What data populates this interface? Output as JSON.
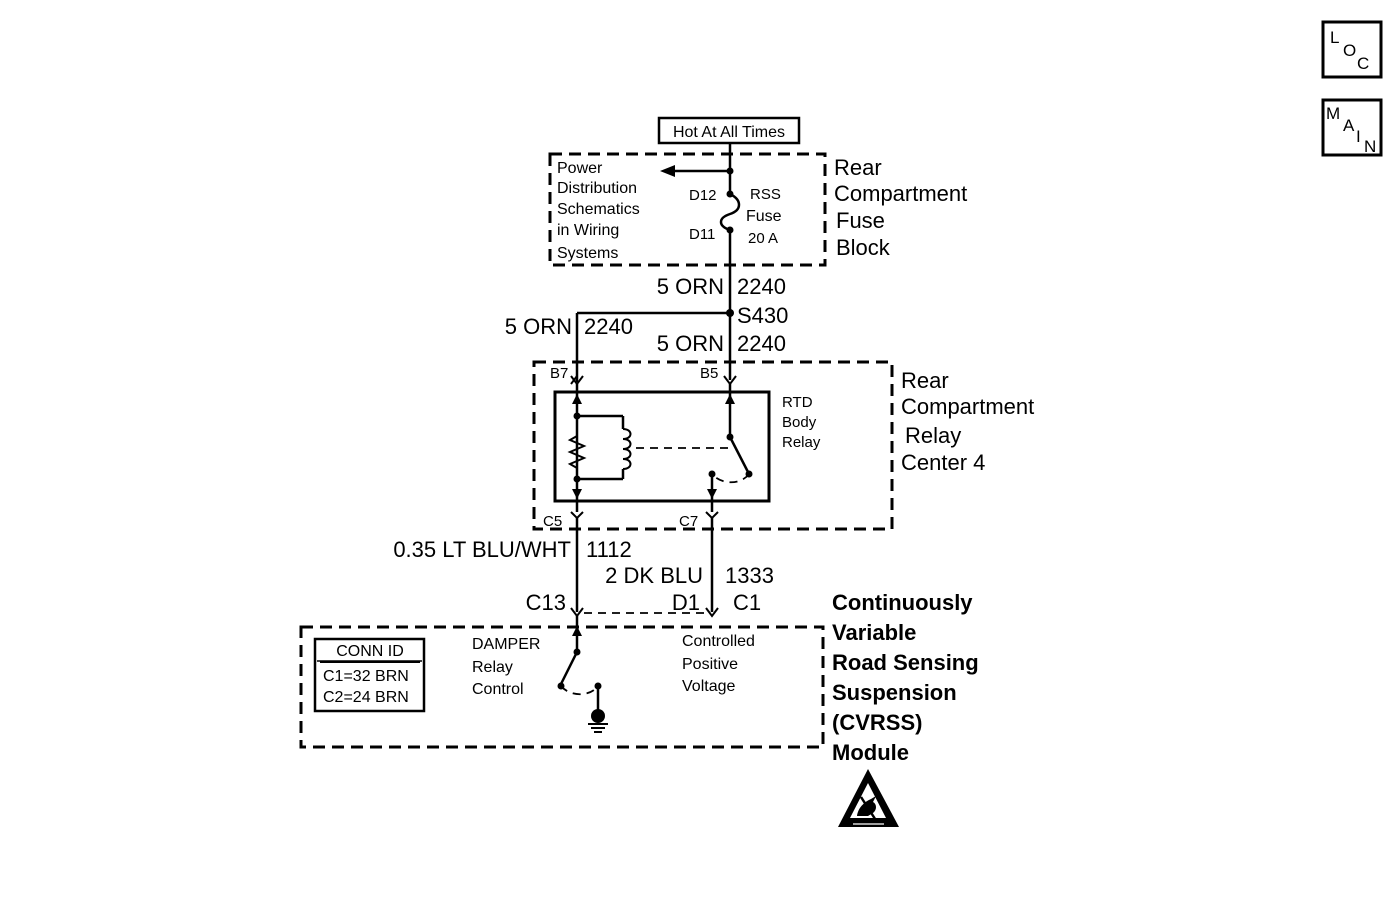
{
  "nav": {
    "loc": {
      "l1": "L",
      "l2": "O",
      "l3": "C"
    },
    "main": {
      "l1": "M",
      "l2": "A",
      "l3": "I",
      "l4": "N"
    }
  },
  "power_source": {
    "label": "Hot At All Times"
  },
  "fuse_block": {
    "title_lines": [
      "Rear",
      "Compartment",
      "Fuse",
      "Block"
    ],
    "ref_lines": [
      "Power",
      "Distribution",
      "Schematics",
      "in Wiring",
      "Systems"
    ],
    "pin_top": "D12",
    "pin_bottom": "D11",
    "fuse_lines": [
      "RSS",
      "Fuse",
      "20 A"
    ]
  },
  "wires": {
    "main_feed": {
      "size_color": "5 ORN",
      "circuit": "2240"
    },
    "splice": "S430",
    "branch_b7": {
      "size_color": "5 ORN",
      "circuit": "2240"
    },
    "branch_b5": {
      "size_color": "5 ORN",
      "circuit": "2240"
    },
    "c5_wire": {
      "size_color": "0.35 LT BLU/WHT",
      "circuit": "1112"
    },
    "c7_wire": {
      "size_color": "2 DK BLU",
      "circuit": "1333"
    }
  },
  "relay_center": {
    "title_lines": [
      "Rear",
      "Compartment",
      "Relay",
      "Center 4"
    ],
    "relay_lines": [
      "RTD",
      "Body",
      "Relay"
    ],
    "pin_b7": "B7",
    "pin_b5": "B5",
    "pin_c5": "C5",
    "pin_c7": "C7"
  },
  "module": {
    "title_lines": [
      "Continuously",
      "Variable",
      "Road Sensing",
      "Suspension",
      "(CVRSS)",
      "Module"
    ],
    "pin_c13": "C13",
    "pin_d1": "D1",
    "pin_c1": "C1",
    "damper_lines": [
      "DAMPER",
      "Relay",
      "Control"
    ],
    "voltage_lines": [
      "Controlled",
      "Positive",
      "Voltage"
    ],
    "conn_id": {
      "header": "CONN ID",
      "rows": [
        "C1=32 BRN",
        "C2=24 BRN"
      ]
    },
    "esd_icon": "esd-warning-icon"
  }
}
